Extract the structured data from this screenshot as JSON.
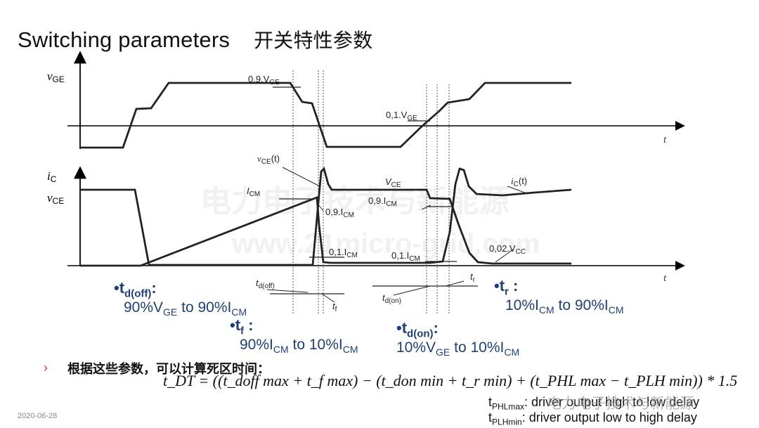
{
  "title": {
    "en": "Switching parameters",
    "cn": "开关特性参数"
  },
  "diagram": {
    "axis_top_label": "v",
    "axis_top_sub": "GE",
    "axis_bottom_label_ic": "i",
    "axis_bottom_label_ic_sub": "C",
    "axis_bottom_label_vce": "v",
    "axis_bottom_label_vce_sub": "CE",
    "time_label": "t",
    "ann_09vge": "0,9.V",
    "ann_09vge_sub": "GE",
    "ann_01vge": "0,1.V",
    "ann_01vge_sub": "GE",
    "ann_vce_t": "v",
    "ann_vce_t_sub": "CE",
    "ann_vce_t_suffix": "(t)",
    "ann_icm": "I",
    "ann_icm_sub": "CM",
    "ann_vce": "V",
    "ann_vce_sub": "CE",
    "ann_ic_t": "i",
    "ann_ic_t_sub": "C",
    "ann_ic_t_suffix": "(t)",
    "ann_09icm_a": "0,9.I",
    "ann_09icm_a_sub": "CM",
    "ann_09icm_b": "0,9.I",
    "ann_09icm_b_sub": "CM",
    "ann_01icm_a": "0,1.I",
    "ann_01icm_a_sub": "CM",
    "ann_01icm_b": "0,1.I",
    "ann_01icm_b_sub": "CM",
    "ann_002vcc": "0,02.V",
    "ann_002vcc_sub": "CC",
    "tdoff": "t",
    "tdoff_sub": "d(off)",
    "tf": "t",
    "tf_sub": "f",
    "tdon": "t",
    "tdon_sub": "d(on)",
    "tr": "t",
    "tr_sub": "r"
  },
  "params": {
    "tdoff": {
      "bullet": "•t",
      "sub": "d(off)",
      "colon": ":",
      "desc_a": "90%V",
      "desc_a_sub": "GE",
      "desc_b": " to 90%I",
      "desc_b_sub": "CM"
    },
    "tf": {
      "bullet": "•t",
      "sub": "f",
      "colon": " :",
      "desc_a": "90%I",
      "desc_a_sub": "CM",
      "desc_b": " to 10%I",
      "desc_b_sub": "CM"
    },
    "tdon": {
      "bullet": "•t",
      "sub": "d(on)",
      "colon": ":",
      "desc_a": "10%V",
      "desc_a_sub": "GE",
      "desc_b": " to 10%I",
      "desc_b_sub": "CM"
    },
    "tr": {
      "bullet": "•t",
      "sub": "r",
      "colon": " :",
      "desc_a": "10%I",
      "desc_a_sub": "CM",
      "desc_b": " to 90%I",
      "desc_b_sub": "CM"
    }
  },
  "note": {
    "arrow": "›",
    "cn": "根据这些参数，可以计算死区时间：",
    "formula_text": "t_DT = ((t_doff max + t_f max) − (t_don min + t_r min) + (t_PHL max − t_PLH min)) * 1.5",
    "delay_phl_label": "t",
    "delay_phl_sub": "PHLmax",
    "delay_phl_text": ": driver output high to low delay",
    "delay_plh_label": "t",
    "delay_plh_sub": "PLHmin",
    "delay_plh_text": ": driver output low to high delay"
  },
  "footer": {
    "date": "2020-06-28"
  },
  "watermark": {
    "text": "电力电子技术与新能源",
    "url": "www.21micro-grid.com"
  },
  "colors": {
    "accent_blue": "#1f3f7a",
    "bullet_red": "#c0392b"
  }
}
